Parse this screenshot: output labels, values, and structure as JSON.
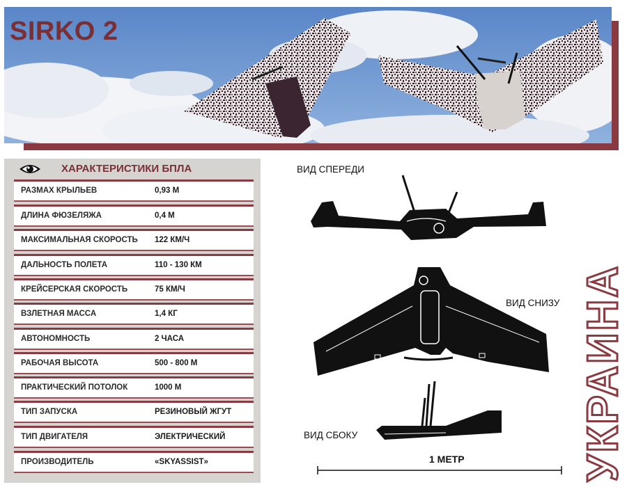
{
  "header": {
    "title": "SIRKO 2"
  },
  "specs": {
    "title": "ХАРАКТЕРИСТИКИ БПЛА",
    "rows": [
      {
        "label": "РАЗМАХ КРЫЛЬЕВ",
        "value": "0,93 М"
      },
      {
        "label": "ДЛИНА ФЮЗЕЛЯЖА",
        "value": "0,4 М"
      },
      {
        "label": "МАКСИМАЛЬНАЯ СКОРОСТЬ",
        "value": "122 КМ/Ч"
      },
      {
        "label": "ДАЛЬНОСТЬ ПОЛЕТА",
        "value": "110 - 130 КМ"
      },
      {
        "label": "КРЕЙСЕРСКАЯ СКОРОСТЬ",
        "value": "75 КМ/Ч"
      },
      {
        "label": "ВЗЛЕТНАЯ МАССА",
        "value": "1,4 КГ"
      },
      {
        "label": "АВТОНОМНОСТЬ",
        "value": "2 ЧАСА"
      },
      {
        "label": "РАБОЧАЯ ВЫСОТА",
        "value": "500 - 800 М"
      },
      {
        "label": "ПРАКТИЧЕСКИЙ ПОТОЛОК",
        "value": "1000 М"
      },
      {
        "label": "ТИП ЗАПУСКА",
        "value": "РЕЗИНОВЫЙ ЖГУТ"
      },
      {
        "label": "ТИП ДВИГАТЕЛЯ",
        "value": "ЭЛЕКТРИЧЕСКИЙ"
      },
      {
        "label": "ПРОИЗВОДИТЕЛЬ",
        "value": "«SKYASSIST»"
      }
    ]
  },
  "views": {
    "front": "ВИД СПЕРЕДИ",
    "bottom": "ВИД СНИЗУ",
    "side": "ВИД СБОКУ"
  },
  "scale": {
    "label": "1 МЕТР"
  },
  "side_text": "УКРАИНА",
  "colors": {
    "accent": "#8a3a40",
    "sky": "#4a78c0",
    "panel": "#d6d4d1"
  },
  "icons": {
    "eye": "eye-icon"
  }
}
